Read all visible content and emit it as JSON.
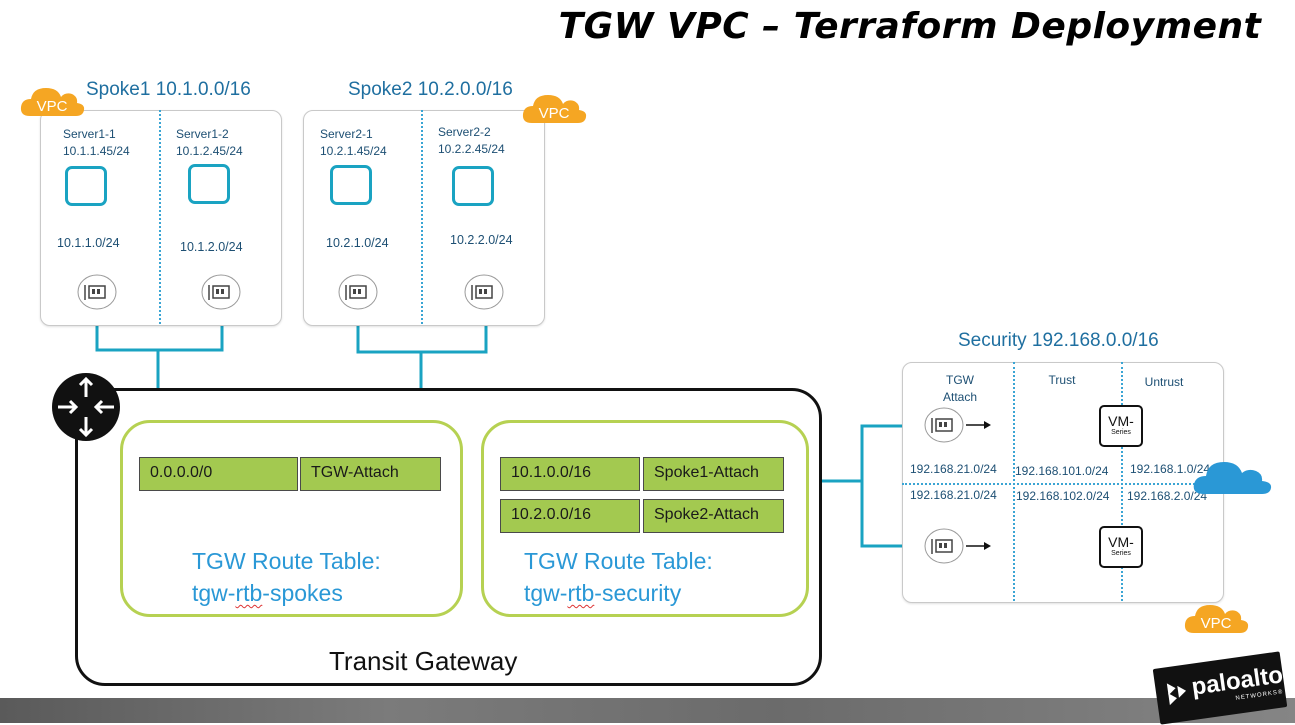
{
  "title": "TGW VPC – Terraform Deployment",
  "vpc_badge": "VPC",
  "spoke1": {
    "title": "Spoke1 10.1.0.0/16",
    "servers": [
      {
        "name": "Server1-1",
        "ip": "10.1.1.45/24",
        "subnet": "10.1.1.0/24"
      },
      {
        "name": "Server1-2",
        "ip": "10.1.2.45/24",
        "subnet": "10.1.2.0/24"
      }
    ]
  },
  "spoke2": {
    "title": "Spoke2 10.2.0.0/16",
    "servers": [
      {
        "name": "Server2-1",
        "ip": "10.2.1.45/24",
        "subnet": "10.2.1.0/24"
      },
      {
        "name": "Server2-2",
        "ip": "10.2.2.45/24",
        "subnet": "10.2.2.0/24"
      }
    ]
  },
  "transit_gateway": {
    "label": "Transit Gateway",
    "spokes_rtb": {
      "label_line1": "TGW Route Table:",
      "label_line2_prefix": "tgw-",
      "label_line2_squig": "rtb",
      "label_line2_suffix": "-spokes",
      "routes": [
        {
          "dest": "0.0.0.0/0",
          "target": "TGW-Attach"
        }
      ]
    },
    "security_rtb": {
      "label_line1": "TGW Route Table:",
      "label_line2_prefix": "tgw-",
      "label_line2_squig": "rtb",
      "label_line2_suffix": "-security",
      "routes": [
        {
          "dest": "10.1.0.0/16",
          "target": "Spoke1-Attach"
        },
        {
          "dest": "10.2.0.0/16",
          "target": "Spoke2-Attach"
        }
      ]
    }
  },
  "security": {
    "title": "Security 192.168.0.0/16",
    "zones": {
      "tgw_line1": "TGW",
      "tgw_line2": "Attach",
      "trust": "Trust",
      "untrust": "Untrust"
    },
    "subnets_top": [
      "192.168.21.0/24",
      "192.168.101.0/24",
      "192.168.1.0/24"
    ],
    "subnets_bottom": [
      "192.168.21.0/24",
      "192.168.102.0/24",
      "192.168.2.0/24"
    ],
    "vm_line1": "VM-",
    "vm_line2": "Series"
  },
  "logo": {
    "name": "paloalto",
    "sub": "NETWORKS®"
  },
  "colors": {
    "line": "#1aa3c2",
    "route_cell": "#a3c950",
    "rtb_border": "#b6d152",
    "vpc_badge": "#f5a623",
    "label": "#2a98d6"
  }
}
